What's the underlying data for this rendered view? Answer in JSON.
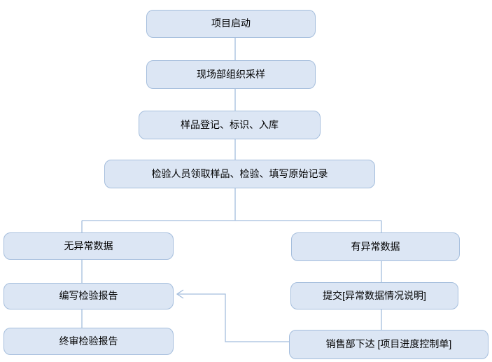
{
  "diagram": {
    "type": "flowchart",
    "title": "",
    "colors": {
      "background": "#ffffff",
      "node_fill": "#dce6f4",
      "node_border": "#a5bedd",
      "connector": "#a5bedd",
      "text": "#000000"
    },
    "nodes": [
      {
        "id": "start",
        "label": "项目启动"
      },
      {
        "id": "sampling",
        "label": "现场部组织采样"
      },
      {
        "id": "register",
        "label": "样品登记、标识、入库"
      },
      {
        "id": "inspect",
        "label": "检验人员领取样品、检验、填写原始记录"
      },
      {
        "id": "normal",
        "label": "无异常数据"
      },
      {
        "id": "abnormal",
        "label": "有异常数据"
      },
      {
        "id": "write",
        "label": "编写检验报告"
      },
      {
        "id": "final",
        "label": "终审检验报告"
      },
      {
        "id": "submit",
        "label": "提交[异常数据情况说明]"
      },
      {
        "id": "sales",
        "label": "销售部下达 [项目进度控制单]"
      }
    ],
    "edges": [
      {
        "from": "start",
        "to": "sampling",
        "arrowhead": false
      },
      {
        "from": "sampling",
        "to": "register",
        "arrowhead": false
      },
      {
        "from": "register",
        "to": "inspect",
        "arrowhead": false
      },
      {
        "from": "inspect",
        "to": "normal",
        "arrowhead": false
      },
      {
        "from": "inspect",
        "to": "abnormal",
        "arrowhead": false
      },
      {
        "from": "normal",
        "to": "write",
        "arrowhead": false
      },
      {
        "from": "write",
        "to": "final",
        "arrowhead": false
      },
      {
        "from": "abnormal",
        "to": "submit",
        "arrowhead": false
      },
      {
        "from": "submit",
        "to": "sales",
        "arrowhead": false
      },
      {
        "from": "sales",
        "to": "write",
        "arrowhead": true
      }
    ]
  }
}
